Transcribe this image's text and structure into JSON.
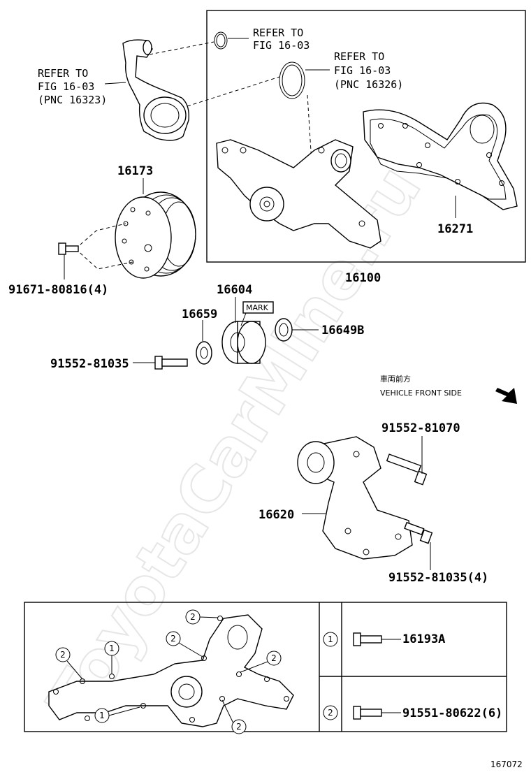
{
  "watermark": "ToyotaCarMine.ru",
  "refs": {
    "refer_a_line1": "REFER TO",
    "refer_a_line2": "FIG 16-03",
    "refer_b_line1": "REFER TO",
    "refer_b_line2": "FIG 16-03",
    "refer_b_line3": "(PNC 16326)",
    "refer_c_line1": "REFER TO",
    "refer_c_line2": "FIG 16-03",
    "refer_c_line3": "(PNC 16323)"
  },
  "parts": {
    "p16173": "16173",
    "p16100": "16100",
    "p16271": "16271",
    "p91671": "91671-80816(4)",
    "p16604": "16604",
    "mark": "MARK",
    "p16659": "16659",
    "p16649b": "16649B",
    "p91552a": "91552-81035",
    "p91552b": "91552-81070",
    "p16620": "16620",
    "p91552c": "91552-81035(4)"
  },
  "vehicle_front": {
    "jp": "車両前方",
    "en": "VEHICLE FRONT SIDE"
  },
  "legend": {
    "marker1": "1",
    "marker2": "2",
    "part1": "16193A",
    "part2": "91551-80622(6)"
  },
  "diagram_no": "167072"
}
